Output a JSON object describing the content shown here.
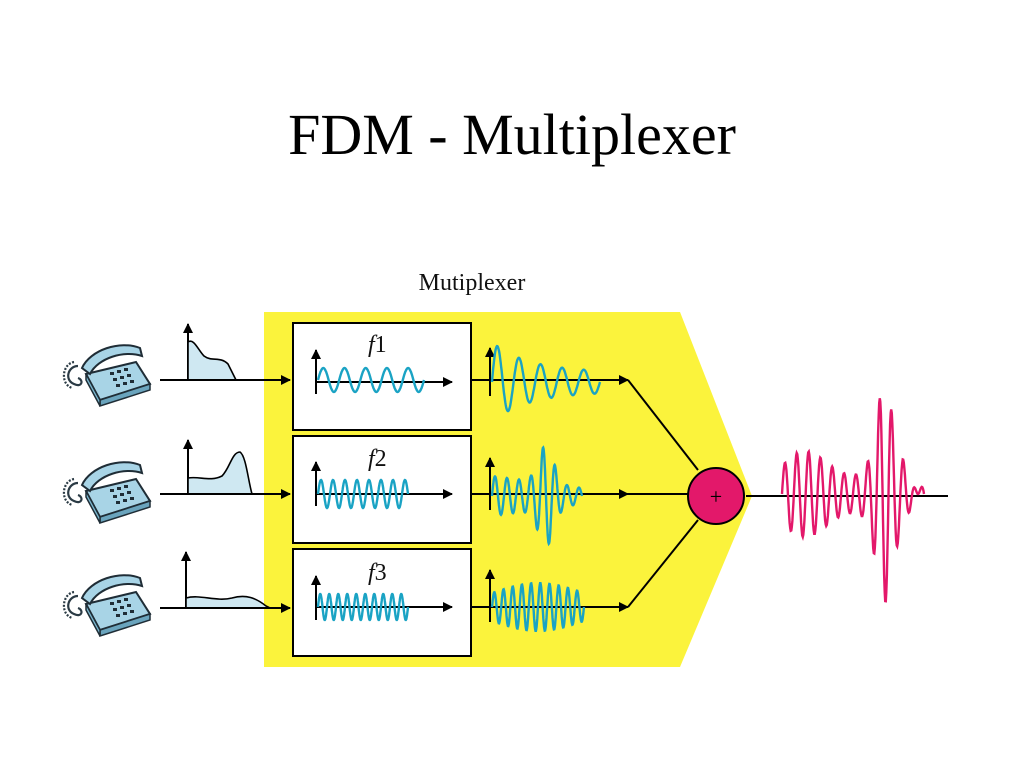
{
  "slide": {
    "title": "FDM - Multiplexer"
  },
  "diagram": {
    "box_label": "Mutiplexer",
    "sum_symbol": "+",
    "channels": [
      {
        "carrier_letter": "f",
        "carrier_index": "1"
      },
      {
        "carrier_letter": "f",
        "carrier_index": "2"
      },
      {
        "carrier_letter": "f",
        "carrier_index": "3"
      }
    ],
    "colors": {
      "multiplexer_fill": "#fbf33c",
      "carrier_wave": "#1aa3c4",
      "spectrum_fill": "#cfe8f2",
      "phone_fill": "#a8d4e6",
      "adder_fill": "#e3186a",
      "output_wave": "#e3186a"
    },
    "icons": [
      "telephone-icon",
      "spectrum-icon",
      "adder-icon"
    ]
  }
}
